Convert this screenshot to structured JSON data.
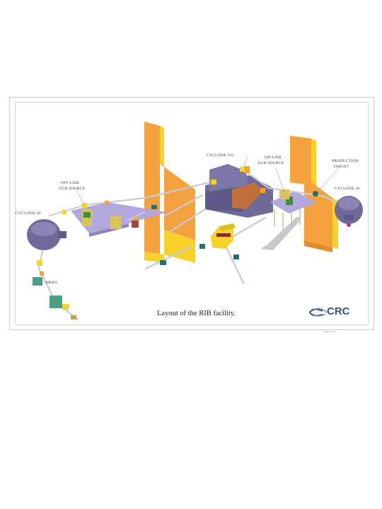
{
  "labels": {
    "cyclone110": "CYCLONE 110",
    "online_ecr_1": "ON-LINE",
    "online_ecr_2": "ECR SOURCE",
    "production_1": "PRODUCTION",
    "production_2": "TARGET",
    "cyclone30": "CYCLONE 30",
    "offline_1": "OFF-LINE",
    "offline_2": "ECR SOURCE",
    "cyclone44": "CYCLONE 44",
    "aries": "ARIES"
  },
  "caption": "Layout of the RIB facility.",
  "logo_text": "CRC",
  "credit": "www.crc.be",
  "colors": {
    "wall_front": "#f4a13f",
    "wall_side": "#f6d22b",
    "platform": "#b3a8dd",
    "cyclotron": "#6f6a97",
    "beamline": "#c7cbd4",
    "logo": "#3c4f83"
  }
}
